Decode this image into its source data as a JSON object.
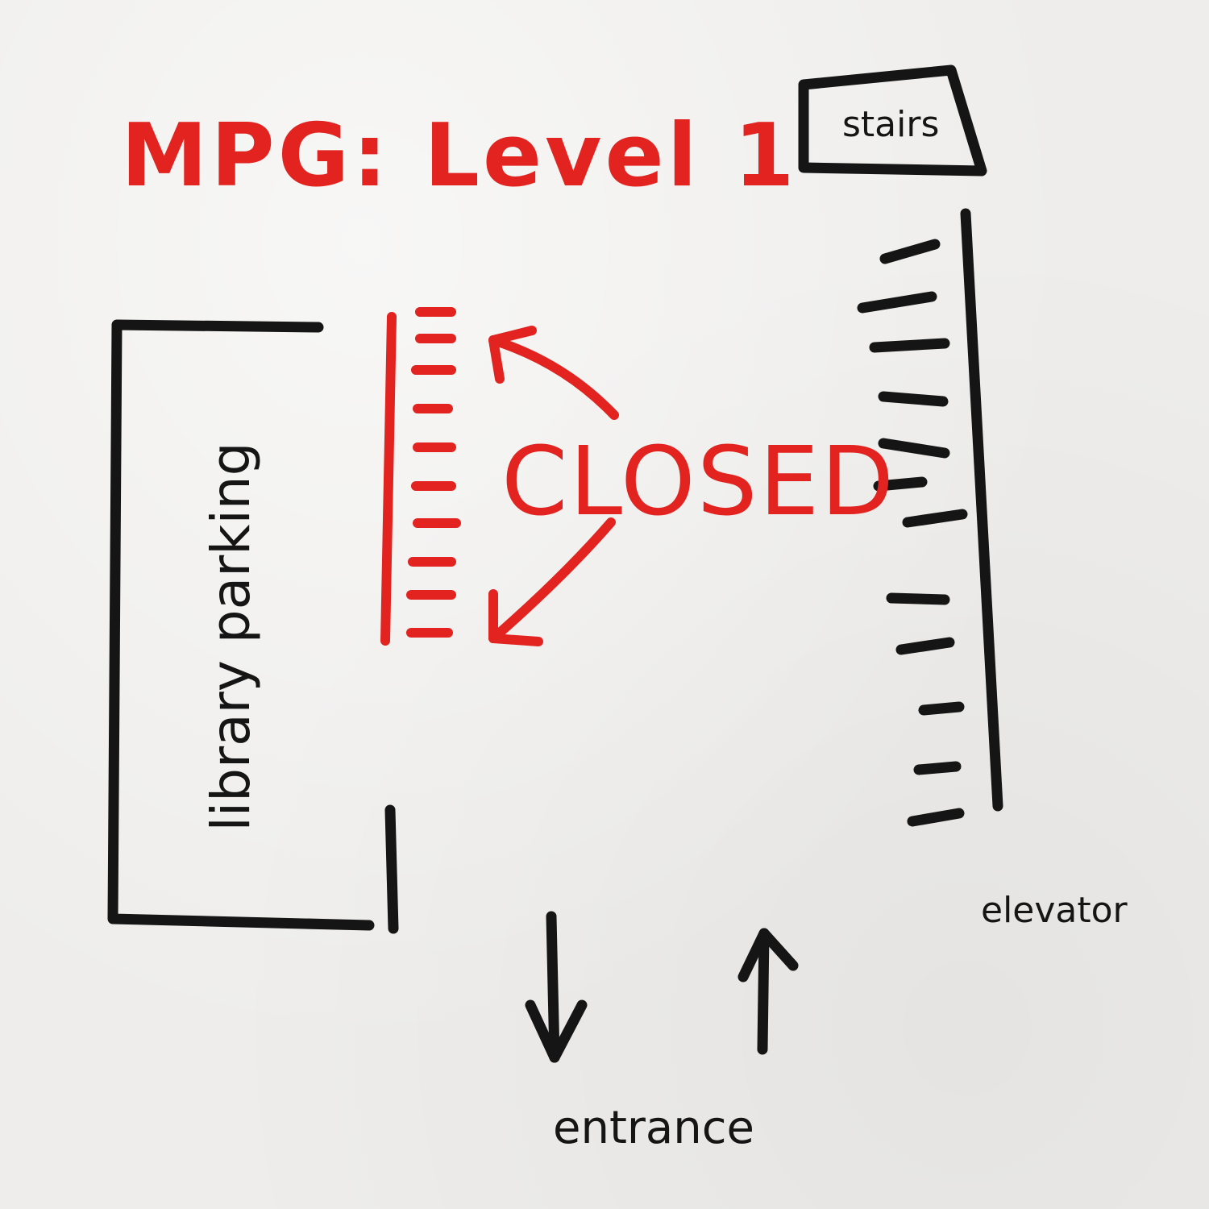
{
  "title": "MPG: Level 1",
  "labels": {
    "stairs": "stairs",
    "closed": "CLOSED",
    "library_parking": "library parking",
    "elevator": "elevator",
    "entrance": "entrance"
  },
  "colors": {
    "ink": "#151515",
    "closed_red": "#e2231f",
    "paper": "#eeedeb"
  },
  "icons": {
    "entrance_down": "arrow-down-icon",
    "entrance_up": "arrow-up-icon",
    "closed_pointers": "curved-arrow-icon"
  }
}
